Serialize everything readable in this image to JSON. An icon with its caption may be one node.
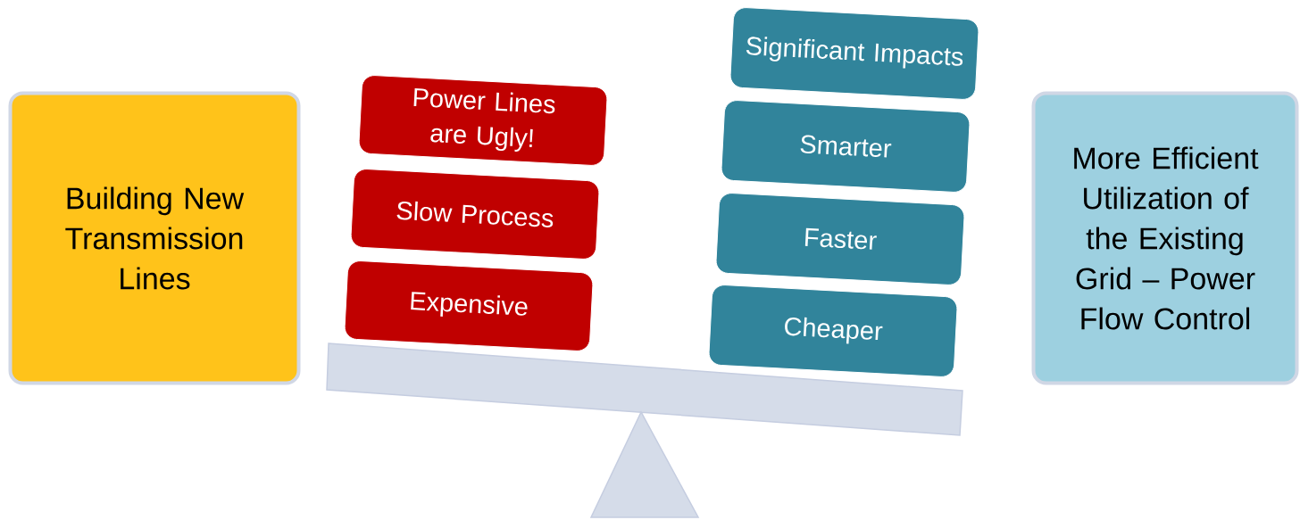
{
  "diagram": {
    "nodes": [
      {
        "text": [
          "Building New Transmission Lines"
        ]
      },
      {
        "text": [
          "Power Lines are Ugly!"
        ]
      },
      {
        "text": [
          "Slow Process"
        ]
      },
      {
        "text": [
          "Expensive"
        ]
      },
      {
        "text": [
          "Significant Impacts"
        ]
      },
      {
        "text": [
          "Smarter"
        ]
      },
      {
        "text": [
          "Faster"
        ]
      },
      {
        "text": [
          "Cheaper"
        ]
      },
      {
        "text": [
          "More Efficient Utilization of the Existing Grid – Power Flow Control"
        ]
      }
    ]
  }
}
